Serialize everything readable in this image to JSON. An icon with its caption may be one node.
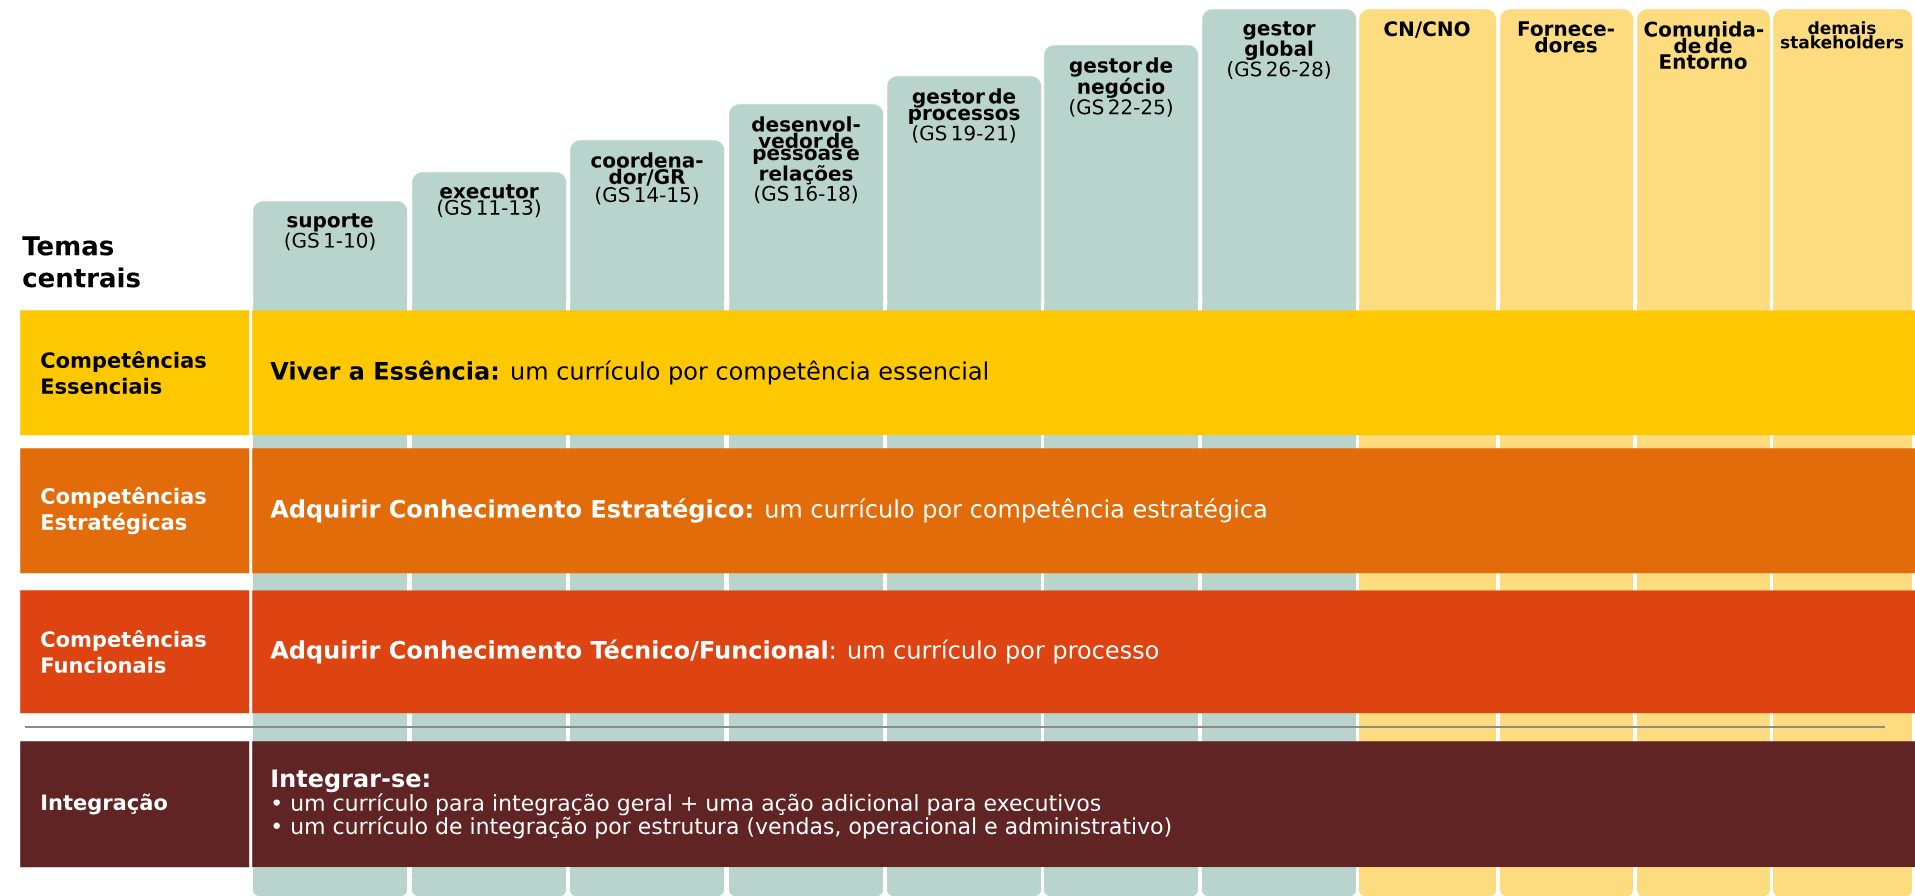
{
  "diagram": {
    "nodes": [
      {
        "text": [
          "suporte",
          "(GS 1-10)"
        ]
      },
      {
        "text": [
          "executor",
          "(GS 11-13)"
        ]
      },
      {
        "text": [
          "coordena-dor/GR",
          "(GS 14-15)"
        ]
      },
      {
        "text": [
          "desenvol-vedor de pessoas e relações",
          "(GS 16-18)"
        ]
      },
      {
        "text": [
          "gestor de processos",
          "(GS 19-21)"
        ]
      },
      {
        "text": [
          "gestor de negócio",
          "(GS 22-25)"
        ]
      },
      {
        "text": [
          "gestor global",
          "(GS 26-28)"
        ]
      },
      {
        "text": [
          "CN/CNO"
        ]
      },
      {
        "text": [
          "Fornece-dores"
        ]
      },
      {
        "text": [
          "Comunida-de de Entorno"
        ]
      },
      {
        "text": [
          "demais stakeholders"
        ]
      },
      {
        "text": [
          "Competências Essenciais"
        ]
      },
      {
        "text": [
          "**Viver a Essência:** um currículo por competência essencial"
        ]
      },
      {
        "text": [
          "Competências Estratégicas"
        ]
      },
      {
        "text": [
          "**Adquirir Conhecimento Estratégico:** um currículo por competência estratégica"
        ]
      },
      {
        "text": [
          "Competências Funcionais"
        ]
      },
      {
        "text": [
          "**Adquirir Conhecimento Técnico/Funcional**: um currículo por processo"
        ]
      },
      {
        "text": [
          "Integração"
        ]
      },
      {
        "text": [
          "Integrar-se:",
          "• um currículo para integração geral + uma ação adicional para executivos",
          "• um currículo de integração por estrutura (vendas, operacional e administrativo)"
        ]
      }
    ],
    "labels": [
      "Temas centrais"
    ]
  }
}
